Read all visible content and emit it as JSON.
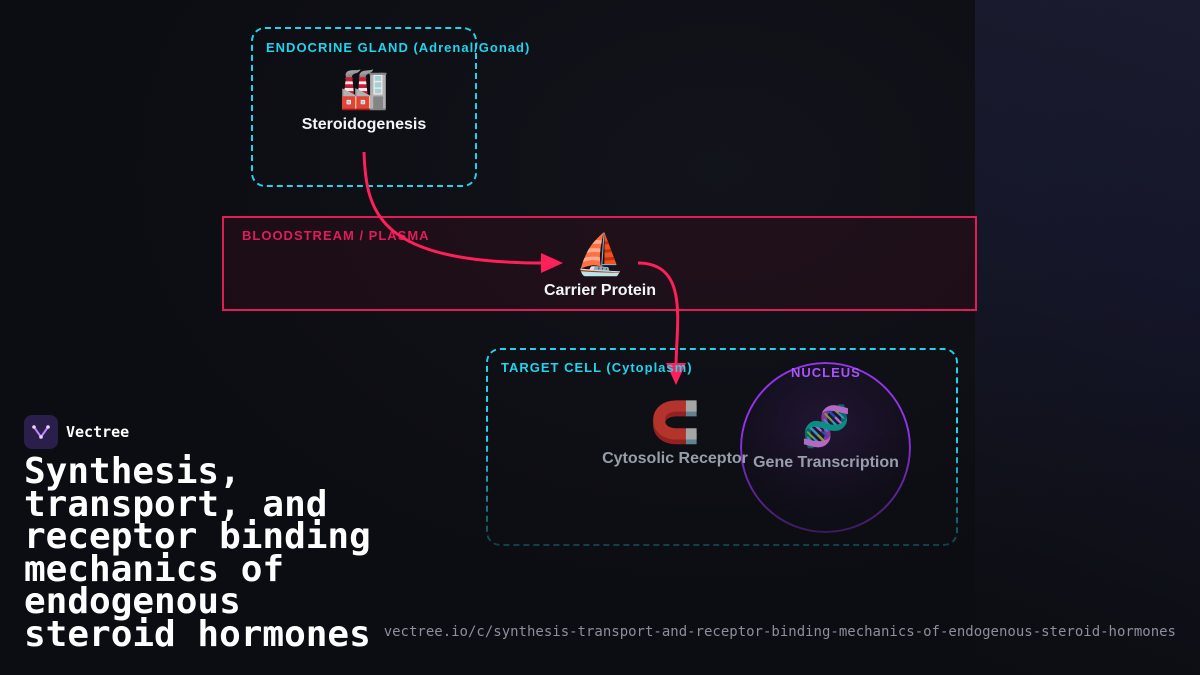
{
  "diagram": {
    "regions": {
      "gland": "ENDOCRINE GLAND (Adrenal/Gonad)",
      "bloodstream": "BLOODSTREAM / PLASMA",
      "target_cell": "TARGET CELL (Cytoplasm)",
      "nucleus": "NUCLEUS"
    },
    "nodes": {
      "steroidogenesis": {
        "icon": "🏭",
        "label": "Steroidogenesis"
      },
      "carrier": {
        "icon": "⛵",
        "label": "Carrier Protein"
      },
      "receptor": {
        "icon": "🧲",
        "label": "Cytosolic Receptor"
      },
      "gene": {
        "icon": "🧬",
        "label": "Gene Transcription"
      }
    },
    "colors": {
      "cyan": "#22d3ee",
      "crimson": "#e11d58",
      "purple": "#9333ea",
      "arrow": "#ff1f5a"
    }
  },
  "brand": {
    "name": "Vectree",
    "logo_icon": "vectree-logo-icon"
  },
  "title": "Synthesis, transport, and receptor binding mechanics of endogenous steroid hormones",
  "url": "vectree.io/c/synthesis-transport-and-receptor-binding-mechanics-of-endogenous-steroid-hormones"
}
